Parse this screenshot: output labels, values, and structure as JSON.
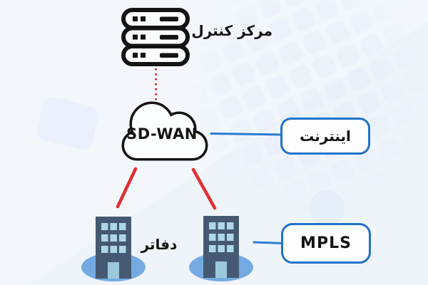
{
  "diagram_title": "SD-WAN network diagram",
  "nodes": {
    "control_center": {
      "label": "مرکز کنترل",
      "type": "server-rack"
    },
    "sdwan_cloud": {
      "label": "SD-WAN",
      "type": "cloud"
    },
    "internet": {
      "label": "اینترنت",
      "type": "labeled-box"
    },
    "offices": {
      "label": "دفاتر",
      "type": "office-buildings",
      "count": 2
    },
    "mpls": {
      "label": "MPLS",
      "type": "labeled-box"
    }
  },
  "connections": [
    {
      "from": "control-center",
      "to": "sdwan-cloud",
      "style": "dotted",
      "color_key": "link_red"
    },
    {
      "from": "sdwan-cloud",
      "to": "internet",
      "style": "solid",
      "color_key": "link_blue"
    },
    {
      "from": "sdwan-cloud",
      "to": "office-left",
      "style": "solid",
      "color_key": "link_red"
    },
    {
      "from": "sdwan-cloud",
      "to": "office-right",
      "style": "solid",
      "color_key": "link_red"
    },
    {
      "from": "office-right",
      "to": "mpls",
      "style": "solid",
      "color_key": "link_blue"
    }
  ],
  "colors": {
    "background": "#f3f7fc",
    "box_border_blue": "#2272c8",
    "link_blue": "#2b7cd3",
    "link_red": "#e12f2f",
    "icon_outline": "#141414",
    "building_body": "#455a72",
    "building_window": "#aed7e6",
    "building_door": "#9dc8dc",
    "ground_ellipse": "#74aae1",
    "label_text": "#141414"
  }
}
